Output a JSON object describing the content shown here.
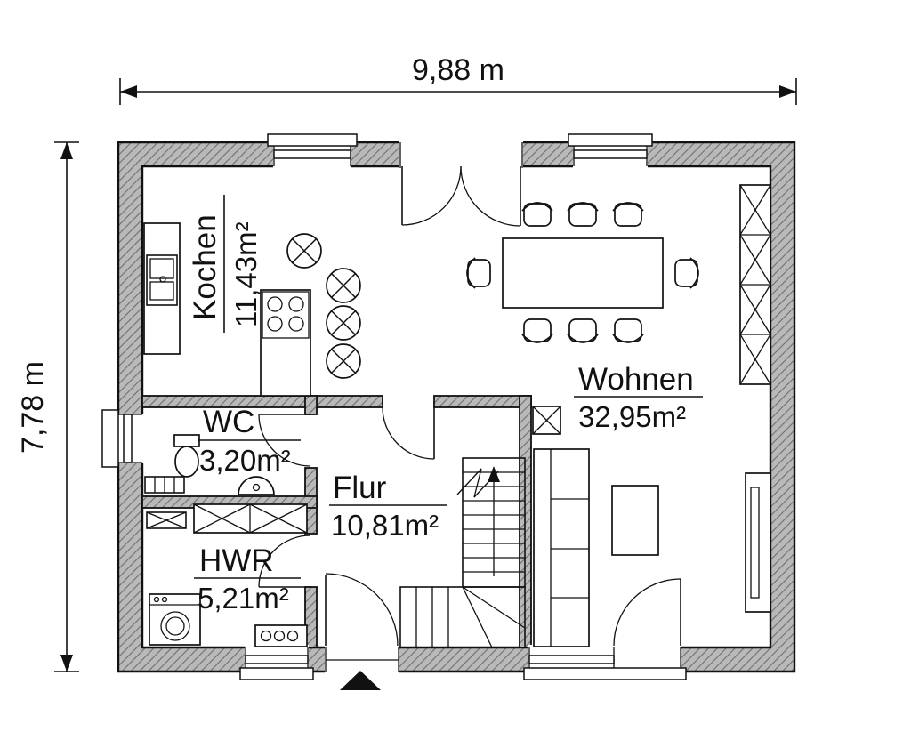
{
  "plan": {
    "dimension_width": "9,88 m",
    "dimension_height": "7,78 m",
    "rooms": {
      "kochen": {
        "name": "Kochen",
        "area": "11,43m²"
      },
      "wohnen": {
        "name": "Wohnen",
        "area": "32,95m²"
      },
      "wc": {
        "name": "WC",
        "area": "3,20m²"
      },
      "flur": {
        "name": "Flur",
        "area": "10,81m²"
      },
      "hwr": {
        "name": "HWR",
        "area": "5,21m²"
      }
    },
    "colors": {
      "wall_fill": "#b9b9b9",
      "wall_hatch": "#6f6f6f",
      "line": "#111111",
      "background": "#ffffff"
    }
  }
}
